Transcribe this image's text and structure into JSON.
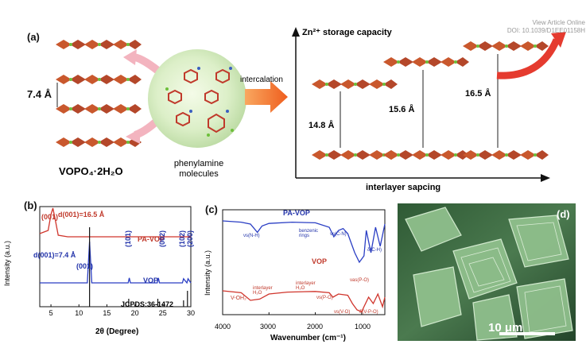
{
  "header": {
    "view_article": "View Article Online",
    "doi": "DOI: 10.1039/D1EE01158H"
  },
  "panel_a": {
    "label": "(a)",
    "spacing_left": "7.4 Å",
    "compound": "VOPO₄·2H₂O",
    "molecules_line1": "phenylamine",
    "molecules_line2": "molecules",
    "arrow_text": "intercalation",
    "y_axis": "Zn²⁺ storage capacity",
    "x_axis": "interlayer sapcing",
    "spacings": [
      "14.8 Å",
      "15.6 Å",
      "16.5 Å"
    ]
  },
  "panel_b": {
    "label": "(b)",
    "ylabel": "Intensity (a.u.)",
    "xlabel": "2θ (Degree)",
    "series_pa": "PA-VOP",
    "series_vop": "VOP",
    "ref": "JCPDS:36-1472",
    "d_pa": "d(001)=16.5 Å",
    "d_vop": "d(001)=7.4 Å",
    "peaks": [
      "(001)",
      "(001)",
      "(101)",
      "(002)",
      "(102)",
      "(200)"
    ],
    "ticks": [
      "5",
      "10",
      "15",
      "20",
      "25",
      "30"
    ]
  },
  "panel_c": {
    "label": "(c)",
    "ylabel": "Intensity (a.u.)",
    "xlabel": "Wavenumber (cm⁻¹)",
    "series_pa": "PA-VOP",
    "series_vop": "VOP",
    "annotations_blue": [
      "νs(N-H)",
      "benzenic rings",
      "νs(C-N)",
      "δ(C-H)"
    ],
    "annotations_red": [
      "V-OH₂",
      "interlayer H₂O",
      "interlayer H₂O",
      "νs(P-O)",
      "νas(P-O)",
      "νs(V-O)",
      "δ(V-P-O)"
    ],
    "ticks": [
      "4000",
      "3000",
      "2000",
      "1000"
    ]
  },
  "panel_d": {
    "label": "(d)",
    "scale": "10 μm"
  },
  "chart_data": [
    {
      "type": "line",
      "title": "",
      "xlabel": "2θ (Degree)",
      "ylabel": "Intensity (a.u.)",
      "xlim": [
        3,
        30
      ],
      "series": [
        {
          "name": "PA-VOP",
          "x": [
            3,
            4.5,
            5.0,
            5.35,
            5.7,
            6.3,
            8,
            12,
            30
          ],
          "y": [
            0.2,
            0.3,
            0.8,
            1.0,
            0.7,
            0.15,
            0.1,
            0.1,
            0.1
          ]
        },
        {
          "name": "VOP",
          "x": [
            3,
            11.5,
            11.9,
            12.3,
            18.8,
            19.0,
            19.2,
            24.0,
            24.2,
            24.4,
            28.5,
            28.7,
            29.3,
            29.5,
            30
          ],
          "y": [
            0,
            0,
            1.0,
            0,
            0,
            0.12,
            0,
            0,
            0.12,
            0,
            0,
            0.1,
            0,
            0.1,
            0
          ]
        }
      ],
      "reference_sticks": {
        "name": "JCPDS:36-1472",
        "x": [
          11.9,
          18.9,
          24.1,
          28.7,
          29.4
        ],
        "h": [
          1.0,
          0.1,
          0.1,
          0.08,
          0.2
        ]
      }
    },
    {
      "type": "line",
      "title": "",
      "xlabel": "Wavenumber (cm⁻¹)",
      "ylabel": "Intensity (a.u.)",
      "xlim": [
        4000,
        500
      ],
      "series": [
        {
          "name": "PA-VOP",
          "x": [
            4000,
            3600,
            3400,
            3250,
            3150,
            3000,
            2500,
            2000,
            1700,
            1600,
            1500,
            1400,
            1300,
            1150,
            1050,
            950,
            900,
            800,
            700,
            600,
            500
          ],
          "y": [
            0.7,
            0.68,
            0.65,
            0.52,
            0.62,
            0.66,
            0.68,
            0.67,
            0.6,
            0.45,
            0.55,
            0.58,
            0.5,
            0.2,
            0.05,
            0.15,
            0.55,
            0.2,
            0.6,
            0.3,
            0.65
          ]
        },
        {
          "name": "VOP",
          "x": [
            4000,
            3600,
            3400,
            3200,
            3000,
            2600,
            2000,
            1700,
            1620,
            1500,
            1300,
            1200,
            1100,
            1000,
            950,
            850,
            750,
            650,
            550,
            500
          ],
          "y": [
            0.35,
            0.32,
            0.2,
            0.22,
            0.3,
            0.33,
            0.34,
            0.32,
            0.25,
            0.3,
            0.28,
            0.15,
            0.05,
            0.02,
            0.1,
            0.25,
            0.15,
            0.3,
            0.1,
            0.25
          ]
        }
      ]
    }
  ]
}
